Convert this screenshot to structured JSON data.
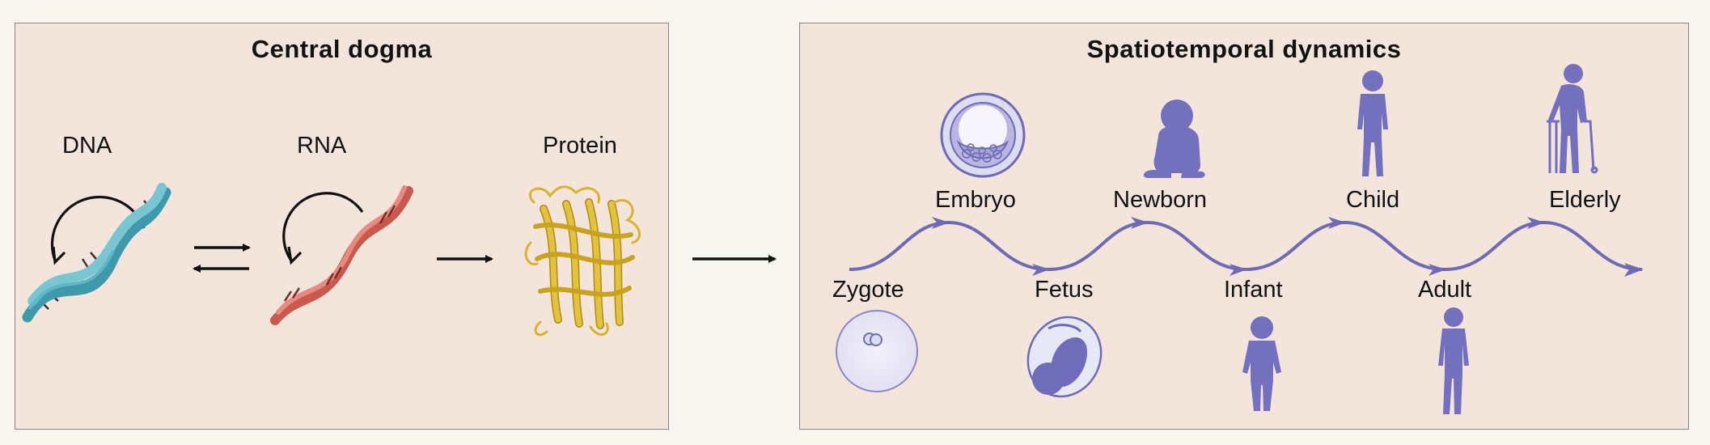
{
  "left_panel": {
    "title": "Central dogma",
    "labels": {
      "dna": "DNA",
      "rna": "RNA",
      "protein": "Protein"
    }
  },
  "right_panel": {
    "title": "Spatiotemporal dynamics",
    "stages": {
      "zygote": "Zygote",
      "embryo": "Embryo",
      "fetus": "Fetus",
      "newborn": "Newborn",
      "infant": "Infant",
      "child": "Child",
      "adult": "Adult",
      "elderly": "Elderly"
    }
  },
  "colors": {
    "panel_bg": "#f3e4dc",
    "wave": "#6e6bb4",
    "silhouette": "#7370bd",
    "dna": "#5fb6c4",
    "rna": "#e0756a",
    "protein": "#d8b32e"
  },
  "icons": [
    "dna-helix-icon",
    "rna-strand-icon",
    "protein-structure-icon",
    "zygote-cell-icon",
    "embryo-blastocyst-icon",
    "fetus-icon",
    "newborn-icon",
    "infant-icon",
    "child-icon",
    "adult-icon",
    "elderly-icon"
  ]
}
